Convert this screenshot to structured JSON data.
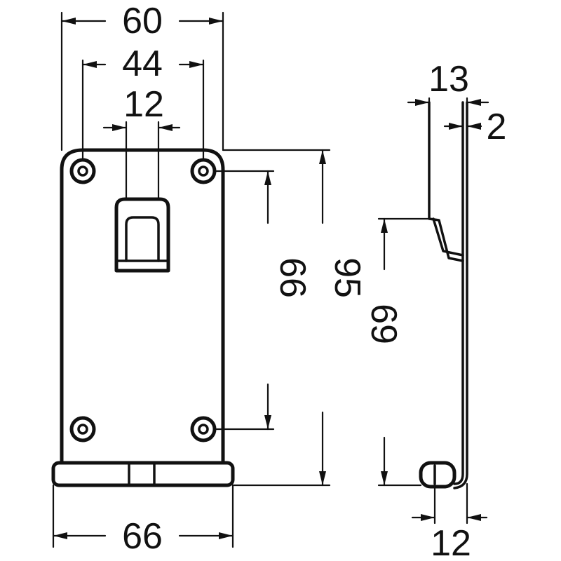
{
  "dimensions": {
    "top_width": "60",
    "hole_spacing": "44",
    "slot_width": "12",
    "hole_vertical_spacing": "66",
    "total_height": "95",
    "base_width": "66",
    "side_depth": "13",
    "thickness": "2",
    "side_height": "69",
    "side_base": "12"
  },
  "colors": {
    "line": "#111111",
    "background": "#ffffff"
  }
}
